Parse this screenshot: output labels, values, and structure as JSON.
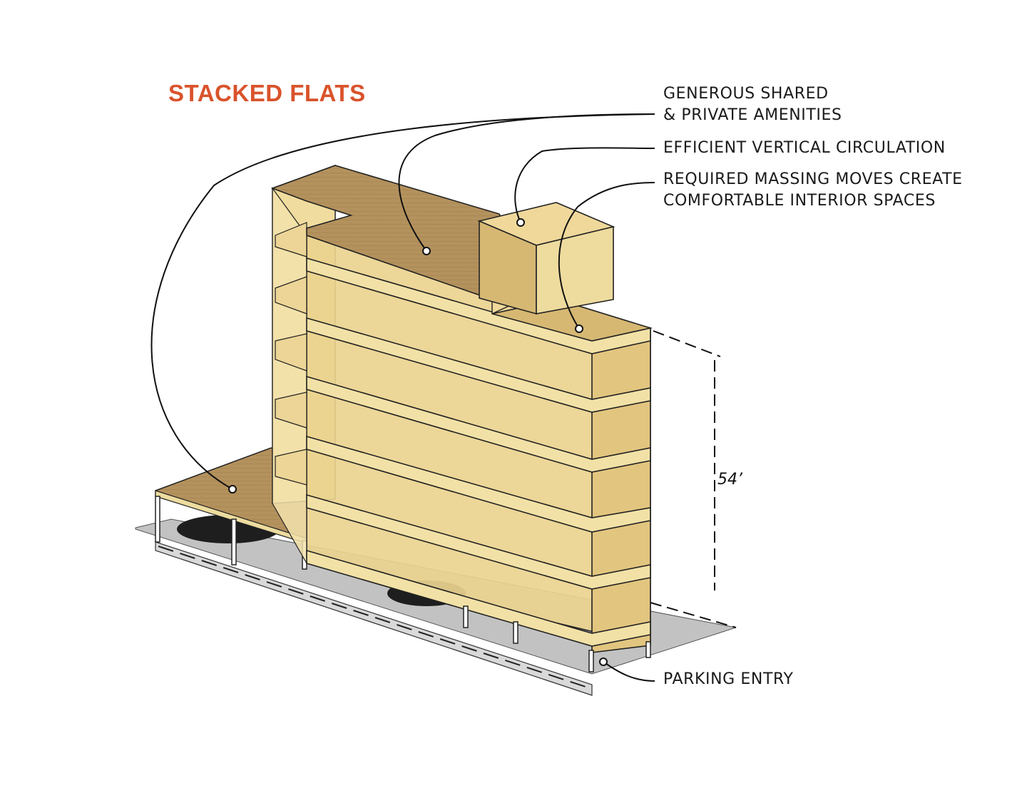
{
  "title": "STACKED FLATS",
  "colors": {
    "title": "#d9532b",
    "mass": "#f1dea0",
    "mass_dark": "#c9ad6a",
    "deck": "#b4925e",
    "ground": "#c3c3c3",
    "line": "#1a1a1a"
  },
  "callouts": {
    "amenities": [
      "GENEROUS SHARED",
      "& PRIVATE AMENITIES"
    ],
    "circulation": [
      "EFFICIENT VERTICAL CIRCULATION"
    ],
    "massing": [
      "REQUIRED MASSING MOVES CREATE",
      "COMFORTABLE INTERIOR SPACES"
    ],
    "parking": [
      "PARKING ENTRY"
    ]
  },
  "dimension": "54’"
}
